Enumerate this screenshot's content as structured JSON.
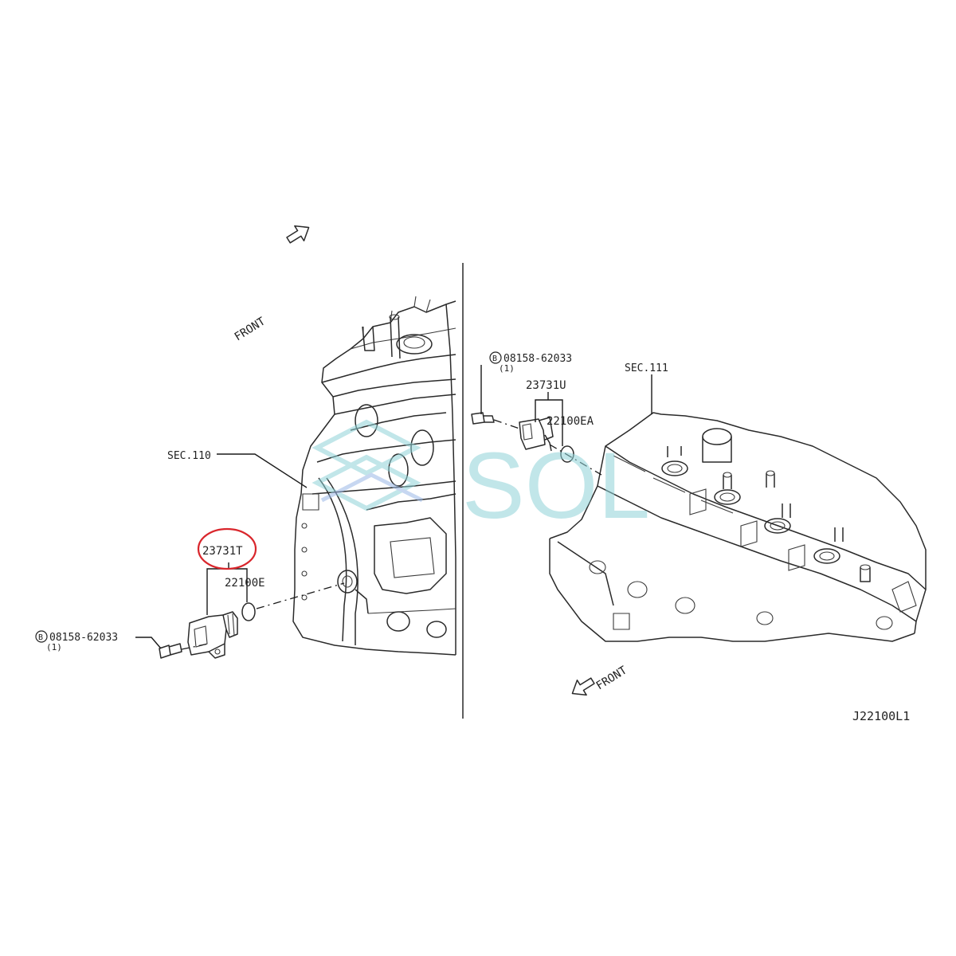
{
  "labels": {
    "left_front": "FRONT",
    "right_front": "FRONT",
    "left_section": "SEC.110",
    "right_section": "SEC.111",
    "left_sensor_part": "23731T",
    "left_oring_part": "22100E",
    "left_bolt_part": "08158-62033",
    "left_bolt_qty": "(1)",
    "left_bolt_marker": "B",
    "right_sensor_part": "23731U",
    "right_oring_part": "22100EA",
    "right_bolt_part": "08158-62033",
    "right_bolt_qty": "(1)",
    "right_bolt_marker": "B",
    "diagram_code": "J22100L1"
  },
  "watermark": {
    "text": "SOL",
    "color": "#8fd3d8"
  },
  "colors": {
    "highlight": "#d9262c",
    "line": "#1a1a1a"
  }
}
